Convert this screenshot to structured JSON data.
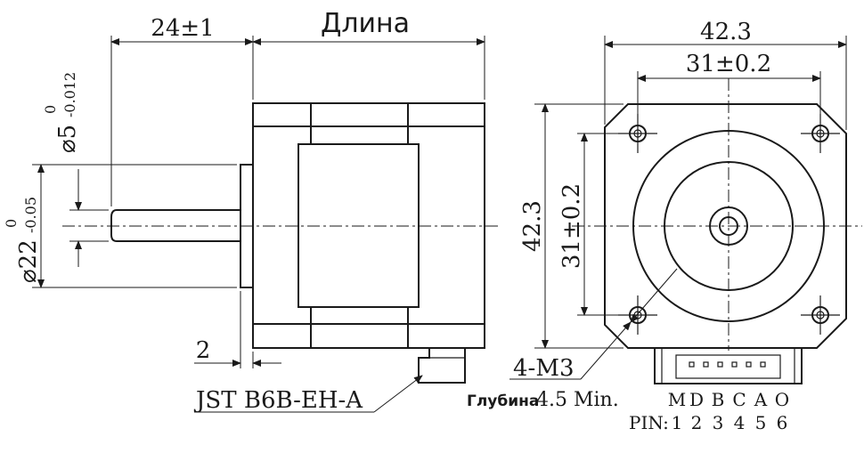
{
  "labels": {
    "shaft_length": "24±1",
    "body_length": "Длина",
    "flange_width": "42.3",
    "hole_spacing_h": "31±0.2",
    "flange_height": "42.3",
    "hole_spacing_v": "31±0.2",
    "shaft_dia_main": "⌀5",
    "shaft_dia_tol_upper": "0",
    "shaft_dia_tol_lower": "-0.012",
    "boss_dia_main": "⌀22",
    "boss_dia_tol_upper": "0",
    "boss_dia_tol_lower": "-0.05",
    "boss_height": "2",
    "connector": "JST B6B-EH-A",
    "thread": "4-M3",
    "depth_prefix": "Глубина",
    "depth_value": "4.5 Min.",
    "pin_letters": [
      "M",
      "D",
      "B",
      "C",
      "A",
      "O"
    ],
    "pin_prefix": "PIN:",
    "pin_numbers": [
      "1",
      "2",
      "3",
      "4",
      "5",
      "6"
    ]
  }
}
